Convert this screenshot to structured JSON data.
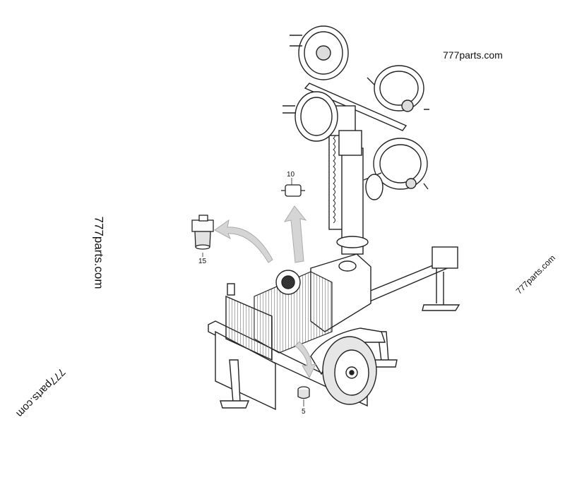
{
  "watermarks": {
    "top_right": "777parts.com",
    "left_vertical": "777parts.com",
    "right_diagonal": "777parts.com",
    "bottom_left": "777parts.com"
  },
  "callouts": {
    "part_10": "10",
    "part_15": "15",
    "part_5": "5"
  }
}
